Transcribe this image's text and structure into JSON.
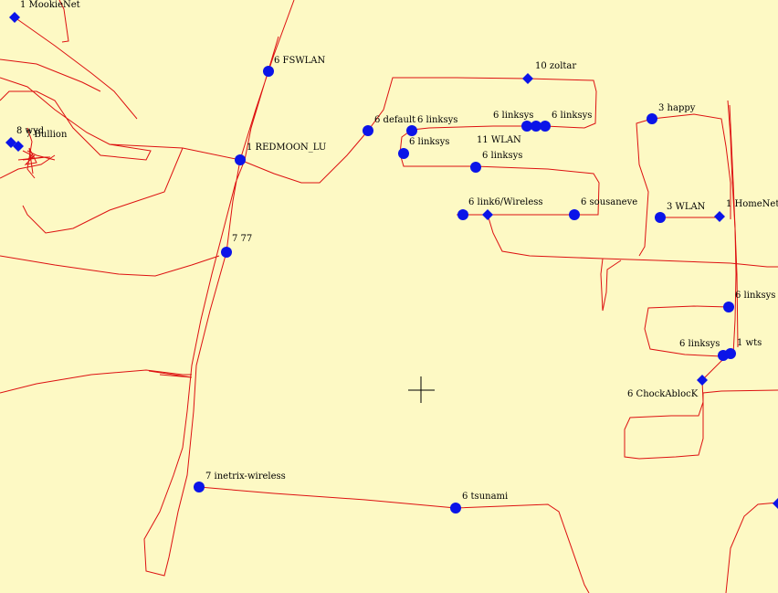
{
  "colors": {
    "background": "#fdf9c4",
    "track": "#dd1111",
    "node": "#0b14e8",
    "crosshair": "#000000"
  },
  "nodes": [
    {
      "id": "n1",
      "label": "1 MookieNet",
      "shape": "diamond"
    },
    {
      "id": "n2",
      "label": "6 FSWLAN",
      "shape": "circle"
    },
    {
      "id": "n3",
      "label": "10 zoltar",
      "shape": "diamond"
    },
    {
      "id": "n4",
      "label": "8 wyd",
      "shape": "diamond"
    },
    {
      "id": "n5",
      "label": "7 Bullion",
      "shape": "diamond"
    },
    {
      "id": "n6",
      "label": "6 default",
      "shape": "circle"
    },
    {
      "id": "n7",
      "label": "6 linksys",
      "shape": "circle"
    },
    {
      "id": "n8",
      "label": "6 linksys",
      "shape": "circle"
    },
    {
      "id": "n9",
      "label": "6 linksys",
      "shape": "circle"
    },
    {
      "id": "n10",
      "label": "3 happy",
      "shape": "circle"
    },
    {
      "id": "n11",
      "label": "1 REDMOON_LU",
      "shape": "circle"
    },
    {
      "id": "n12",
      "label": "6 linksys",
      "shape": "circle"
    },
    {
      "id": "n13",
      "label": "11 WLAN",
      "shape": "circle"
    },
    {
      "id": "n14",
      "label": "6 linksys",
      "shape": "circle"
    },
    {
      "id": "n15",
      "label": "6 link6/Wireless",
      "shape": "diamond"
    },
    {
      "id": "n16",
      "label": "6 sousaneve",
      "shape": "circle"
    },
    {
      "id": "n17",
      "label": "3 WLAN",
      "shape": "circle"
    },
    {
      "id": "n18",
      "label": "1 HomeNet",
      "shape": "diamond"
    },
    {
      "id": "n19",
      "label": "7 77",
      "shape": "circle"
    },
    {
      "id": "n20",
      "label": "6 linksys",
      "shape": "circle"
    },
    {
      "id": "n21",
      "label": "6 linksys",
      "shape": "circle"
    },
    {
      "id": "n22",
      "label": "1 wts",
      "shape": "circle"
    },
    {
      "id": "n23",
      "label": "6 ChockAblocK",
      "shape": "diamond"
    },
    {
      "id": "n24",
      "label": "7 inetrix-wireless",
      "shape": "circle"
    },
    {
      "id": "n25",
      "label": "6 tsunami",
      "shape": "circle"
    }
  ]
}
